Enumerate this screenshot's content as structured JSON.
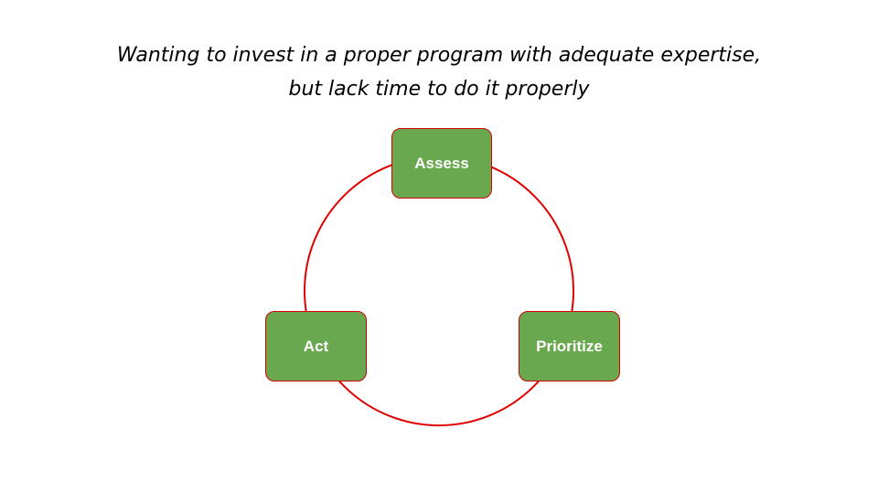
{
  "caption": {
    "line1": "Wanting to invest in a proper program with adequate expertise,",
    "line2": "but lack time to do it properly"
  },
  "cycle": {
    "nodes": [
      {
        "label": "Assess"
      },
      {
        "label": "Prioritize"
      },
      {
        "label": "Act"
      }
    ],
    "colors": {
      "node_fill": "#6aa84f",
      "node_border": "#d40000",
      "ring": "#e00000",
      "label": "#ffffff"
    }
  }
}
